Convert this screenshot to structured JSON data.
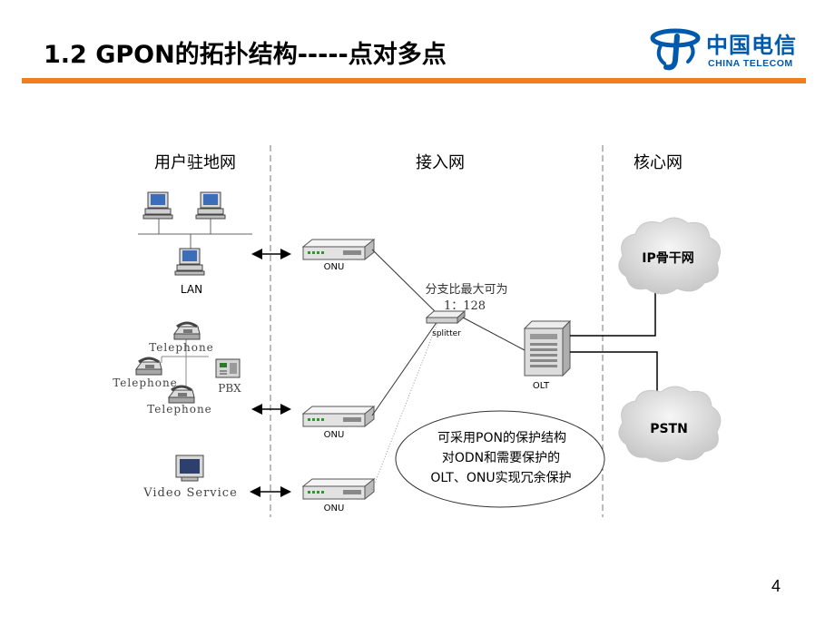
{
  "slide": {
    "title": "1.2 GPON的拓扑结构-----点对多点",
    "page_number": "4",
    "accent_color": "#f07d1e"
  },
  "logo": {
    "name_cn": "中国电信",
    "name_en": "CHINA TELECOM",
    "color": "#005aab",
    "icon": "china-telecom-logo-icon"
  },
  "diagram": {
    "zones": {
      "user": "用户驻地网",
      "access": "接入网",
      "core": "核心网"
    },
    "lan_label": "LAN",
    "phones": {
      "phone1": "Telephone",
      "phone2": "Telephone",
      "phone3": "Telephone",
      "pbx": "PBX"
    },
    "video_label": "Video Service",
    "onu": {
      "onu1": "ONU",
      "onu2": "ONU",
      "onu3": "ONU"
    },
    "splitter_label": "splitter",
    "split_ratio_line1": "分支比最大可为",
    "split_ratio_line2": "1：128",
    "olt_label": "OLT",
    "clouds": {
      "ip": "IP骨干网",
      "pstn": "PSTN"
    },
    "note": {
      "line1": "可采用PON的保护结构",
      "line2": "对ODN和需要保护的",
      "line3": "OLT、ONU实现冗余保护"
    }
  }
}
